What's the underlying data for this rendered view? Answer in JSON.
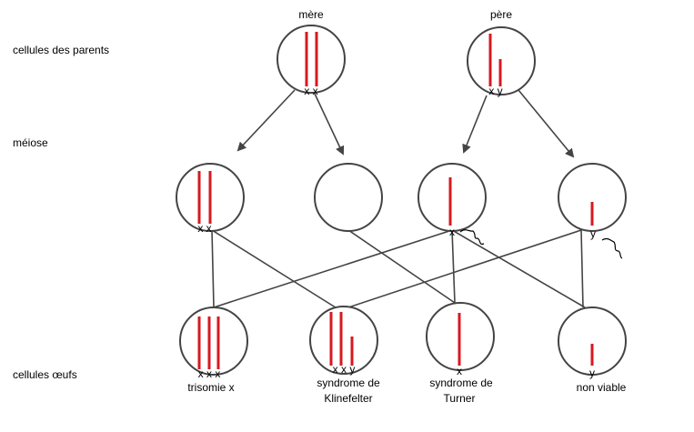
{
  "rows": {
    "parents": "cellules des parents",
    "meiosis": "méiose",
    "eggs": "cellules œufs"
  },
  "parents": {
    "mother": {
      "label": "mère",
      "chromosomes": "x x"
    },
    "father": {
      "label": "père",
      "chromosomes": "x y"
    }
  },
  "gametes": {
    "g1": "x  x",
    "g3": "x",
    "g4": "y"
  },
  "zygotes": {
    "z1": {
      "chromosomes": "x x x",
      "caption": [
        "trisomie x"
      ]
    },
    "z2": {
      "chromosomes": "x x y",
      "caption": [
        "syndrome de",
        "Klinefelter"
      ]
    },
    "z3": {
      "chromosomes": "x",
      "caption": [
        "syndrome de",
        "Turner"
      ]
    },
    "z4": {
      "chromosomes": "y",
      "caption": [
        "non viable"
      ]
    }
  }
}
